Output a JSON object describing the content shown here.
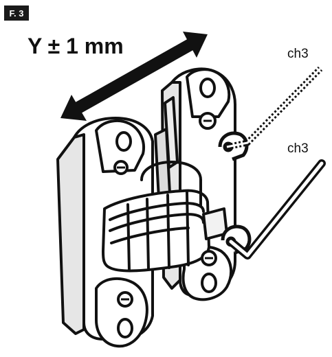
{
  "figure": {
    "badge": "F. 3",
    "adjustment_label": "Y ± 1 mm",
    "tool_label_upper": "ch3",
    "tool_label_lower": "ch3"
  },
  "colors": {
    "ink": "#111111",
    "paper": "#ffffff",
    "shade": "#d9d9d9",
    "badge_bg": "#1a1a1a",
    "badge_fg": "#ffffff"
  },
  "icons": {
    "adjustment_arrow": "double-arrow",
    "hinge": "concealed-hinge",
    "allen_key_dashed": "hex-key-ghost",
    "allen_key_solid": "hex-key"
  }
}
